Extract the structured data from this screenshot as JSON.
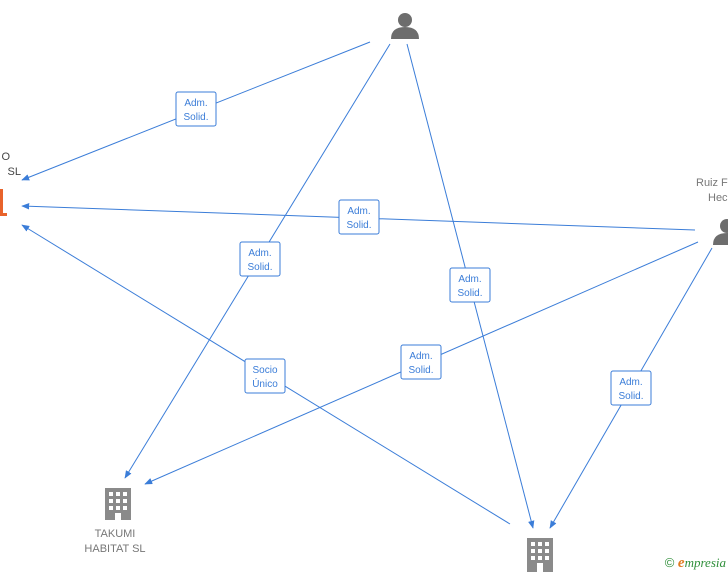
{
  "nodes": {
    "company_main": {
      "label_line1": "O",
      "label_line2": "SL",
      "icon": "building-icon-orange"
    },
    "person_top": {
      "icon": "person-icon"
    },
    "person_right": {
      "label_line1": "Ruiz F",
      "label_line2": "Hec",
      "icon": "person-icon"
    },
    "takumi": {
      "label_line1": "TAKUMI",
      "label_line2": "HABITAT  SL",
      "icon": "building-icon"
    },
    "company_bottom": {
      "icon": "building-icon"
    }
  },
  "edge_labels": {
    "top_main": [
      "Adm.",
      "Solid."
    ],
    "right_main": [
      "Adm.",
      "Solid."
    ],
    "top_takumi": [
      "Adm.",
      "Solid."
    ],
    "top_bottom": [
      "Adm.",
      "Solid."
    ],
    "bottom_main": [
      "Socio",
      "Único"
    ],
    "right_takumi": [
      "Adm.",
      "Solid."
    ],
    "right_bottom": [
      "Adm.",
      "Solid."
    ]
  },
  "footer": {
    "copyright": "©",
    "brand_e": "e",
    "brand_rest": "mpresia"
  },
  "colors": {
    "edge": "#3b7dd8",
    "main_node": "#e8632b",
    "icon": "#6d6d6d",
    "footer": "#2f8f3a"
  }
}
